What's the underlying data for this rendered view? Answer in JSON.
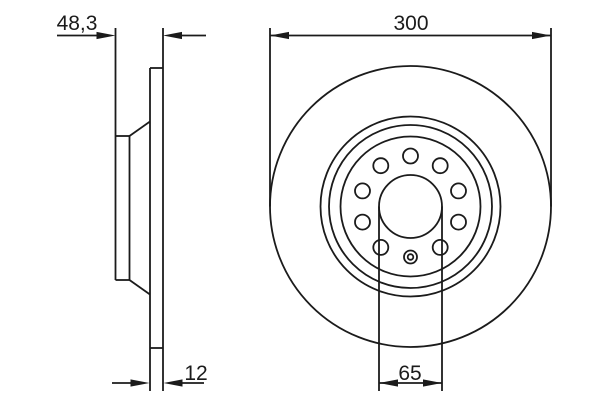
{
  "drawing": {
    "kind": "brake-disc-technical-drawing",
    "background_color": "#ffffff",
    "line_color": "#1b1b1b",
    "dimensions": {
      "hub_width": {
        "label": "48,3"
      },
      "disc_thickness": {
        "label": "12"
      },
      "outer_diameter": {
        "label": "300"
      },
      "center_bore": {
        "label": "65"
      }
    },
    "front_view": {
      "bolt_hole_count": 9,
      "has_set_screw_hole": true,
      "concentric_circle_count": 5
    }
  }
}
